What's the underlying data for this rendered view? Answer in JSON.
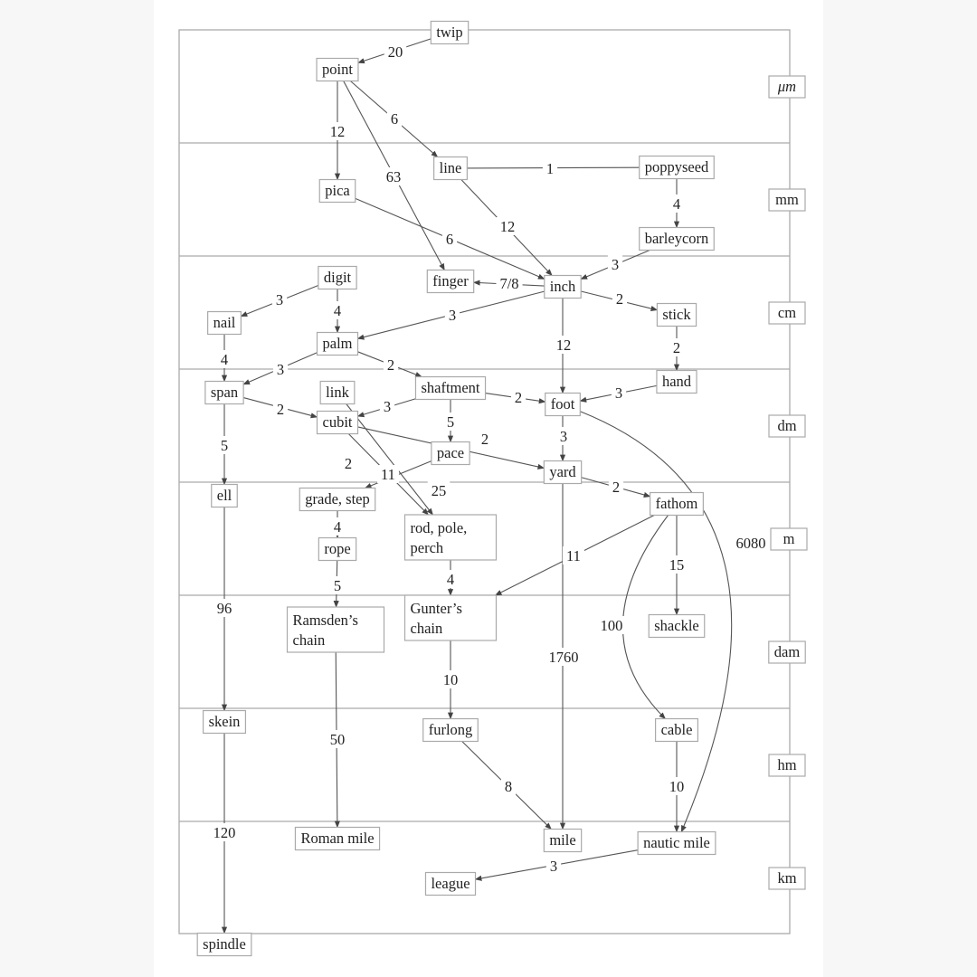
{
  "title": "Units of length conversion diagram",
  "units": [
    "μm",
    "mm",
    "cm",
    "dm",
    "m",
    "dam",
    "hm",
    "km"
  ],
  "nodes": [
    {
      "id": "twip",
      "label": "twip"
    },
    {
      "id": "point",
      "label": "point"
    },
    {
      "id": "line",
      "label": "line"
    },
    {
      "id": "poppyseed",
      "label": "poppyseed"
    },
    {
      "id": "pica",
      "label": "pica"
    },
    {
      "id": "barleycorn",
      "label": "barleycorn"
    },
    {
      "id": "digit",
      "label": "digit"
    },
    {
      "id": "finger",
      "label": "finger"
    },
    {
      "id": "inch",
      "label": "inch"
    },
    {
      "id": "nail",
      "label": "nail"
    },
    {
      "id": "stick",
      "label": "stick"
    },
    {
      "id": "palm",
      "label": "palm"
    },
    {
      "id": "hand",
      "label": "hand"
    },
    {
      "id": "shaftment",
      "label": "shaftment"
    },
    {
      "id": "span",
      "label": "span"
    },
    {
      "id": "link",
      "label": "link"
    },
    {
      "id": "foot",
      "label": "foot"
    },
    {
      "id": "cubit",
      "label": "cubit"
    },
    {
      "id": "pace",
      "label": "pace"
    },
    {
      "id": "yard",
      "label": "yard"
    },
    {
      "id": "ell",
      "label": "ell"
    },
    {
      "id": "grade",
      "label": "grade, step"
    },
    {
      "id": "fathom",
      "label": "fathom"
    },
    {
      "id": "rod",
      "label": "rod,  pole,\nperch"
    },
    {
      "id": "rope",
      "label": "rope"
    },
    {
      "id": "gunter",
      "label": "Gunter’s\nchain"
    },
    {
      "id": "ramsden",
      "label": "Ramsden’s\nchain"
    },
    {
      "id": "shackle",
      "label": "shackle"
    },
    {
      "id": "skein",
      "label": "skein"
    },
    {
      "id": "furlong",
      "label": "furlong"
    },
    {
      "id": "cable",
      "label": "cable"
    },
    {
      "id": "roman",
      "label": "Roman mile"
    },
    {
      "id": "mile",
      "label": "mile"
    },
    {
      "id": "nautic",
      "label": "nautic mile"
    },
    {
      "id": "league",
      "label": "league"
    },
    {
      "id": "spindle",
      "label": "spindle"
    }
  ],
  "edges": [
    {
      "from": "twip",
      "to": "point",
      "label": "20"
    },
    {
      "from": "point",
      "to": "pica",
      "label": "12"
    },
    {
      "from": "point",
      "to": "line",
      "label": "6"
    },
    {
      "from": "point",
      "to": "finger",
      "label": "63"
    },
    {
      "from": "line",
      "to": "poppyseed",
      "label": "1",
      "plain": true
    },
    {
      "from": "poppyseed",
      "to": "barleycorn",
      "label": "4"
    },
    {
      "from": "line",
      "to": "inch",
      "label": "12"
    },
    {
      "from": "pica",
      "to": "inch",
      "label": "6"
    },
    {
      "from": "barleycorn",
      "to": "inch",
      "label": "3"
    },
    {
      "from": "inch",
      "to": "finger",
      "label": "7/8"
    },
    {
      "from": "inch",
      "to": "stick",
      "label": "2"
    },
    {
      "from": "inch",
      "to": "palm",
      "label": "3"
    },
    {
      "from": "inch",
      "to": "foot",
      "label": "12"
    },
    {
      "from": "digit",
      "to": "nail",
      "label": "3"
    },
    {
      "from": "digit",
      "to": "palm",
      "label": "4"
    },
    {
      "from": "stick",
      "to": "hand",
      "label": "2"
    },
    {
      "from": "nail",
      "to": "span",
      "label": "4"
    },
    {
      "from": "palm",
      "to": "span",
      "label": "3"
    },
    {
      "from": "palm",
      "to": "shaftment",
      "label": "2"
    },
    {
      "from": "hand",
      "to": "foot",
      "label": "3"
    },
    {
      "from": "shaftment",
      "to": "foot",
      "label": "2"
    },
    {
      "from": "shaftment",
      "to": "cubit",
      "label": "3"
    },
    {
      "from": "shaftment",
      "to": "pace",
      "label": "5"
    },
    {
      "from": "span",
      "to": "cubit",
      "label": "2"
    },
    {
      "from": "span",
      "to": "ell",
      "label": "5"
    },
    {
      "from": "cubit",
      "to": "yard",
      "label": "2"
    },
    {
      "from": "foot",
      "to": "yard",
      "label": "3"
    },
    {
      "from": "pace",
      "to": "grade",
      "label": "2"
    },
    {
      "from": "cubit",
      "to": "rod",
      "label": "11"
    },
    {
      "from": "link",
      "to": "rod",
      "label": "25"
    },
    {
      "from": "yard",
      "to": "fathom",
      "label": "2"
    },
    {
      "from": "foot",
      "to": "nautic",
      "label": "6080"
    },
    {
      "from": "grade",
      "to": "rope",
      "label": "4"
    },
    {
      "from": "fathom",
      "to": "gunter",
      "label": "11"
    },
    {
      "from": "fathom",
      "to": "shackle",
      "label": "15"
    },
    {
      "from": "rod",
      "to": "gunter",
      "label": "4"
    },
    {
      "from": "rope",
      "to": "ramsden",
      "label": "5"
    },
    {
      "from": "ell",
      "to": "skein",
      "label": "96"
    },
    {
      "from": "fathom",
      "to": "cable",
      "label": "100"
    },
    {
      "from": "yard",
      "to": "mile",
      "label": "1760"
    },
    {
      "from": "gunter",
      "to": "furlong",
      "label": "10"
    },
    {
      "from": "ramsden",
      "to": "roman",
      "label": "50"
    },
    {
      "from": "cable",
      "to": "nautic",
      "label": "10"
    },
    {
      "from": "furlong",
      "to": "mile",
      "label": "8"
    },
    {
      "from": "skein",
      "to": "spindle",
      "label": "120"
    },
    {
      "from": "nautic",
      "to": "league",
      "label": "3"
    }
  ]
}
